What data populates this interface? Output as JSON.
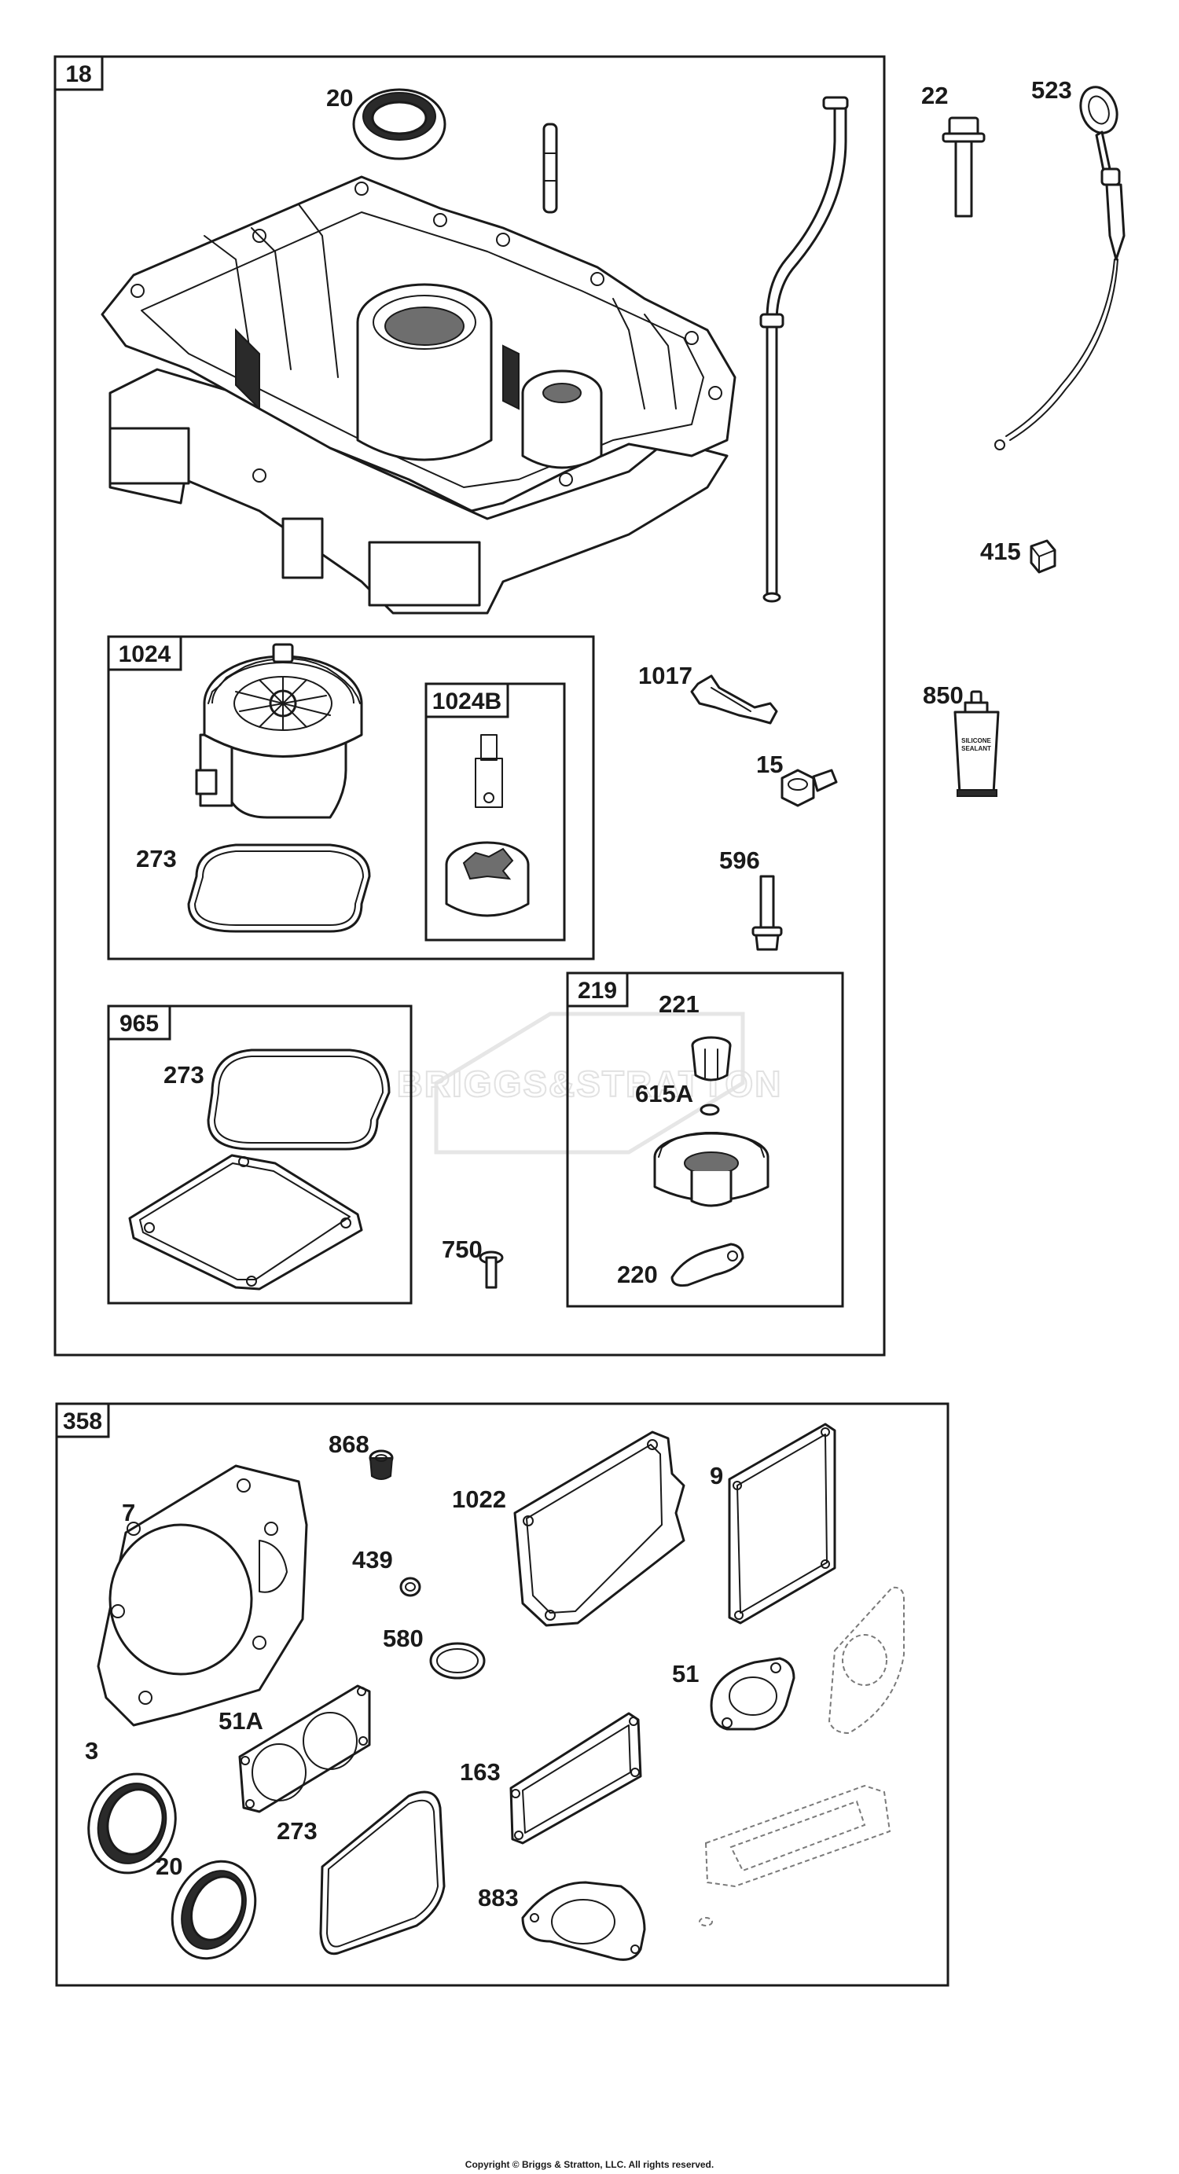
{
  "assemblies": {
    "a18": "18",
    "a1024": "1024",
    "a1024b": "1024B",
    "a965": "965",
    "a219": "219",
    "a358": "358"
  },
  "callouts": {
    "c20_top": "20",
    "c22": "22",
    "c523": "523",
    "c415": "415",
    "c1017": "1017",
    "c15": "15",
    "c850": "850",
    "c273_pump": "273",
    "c596": "596",
    "c221": "221",
    "c615a": "615A",
    "c220": "220",
    "c273_965": "273",
    "c750": "750",
    "c868": "868",
    "c1022": "1022",
    "c9": "9",
    "c7": "7",
    "c439": "439",
    "c580": "580",
    "c51": "51",
    "c51a": "51A",
    "c3": "3",
    "c163": "163",
    "c273_kit": "273",
    "c20_kit": "20",
    "c883": "883"
  },
  "sealant_label_1": "SILICONE",
  "sealant_label_2": "SEALANT",
  "watermark": "BRIGGS&STRATTON",
  "copyright": "Copyright © Briggs & Stratton, LLC. All rights reserved."
}
